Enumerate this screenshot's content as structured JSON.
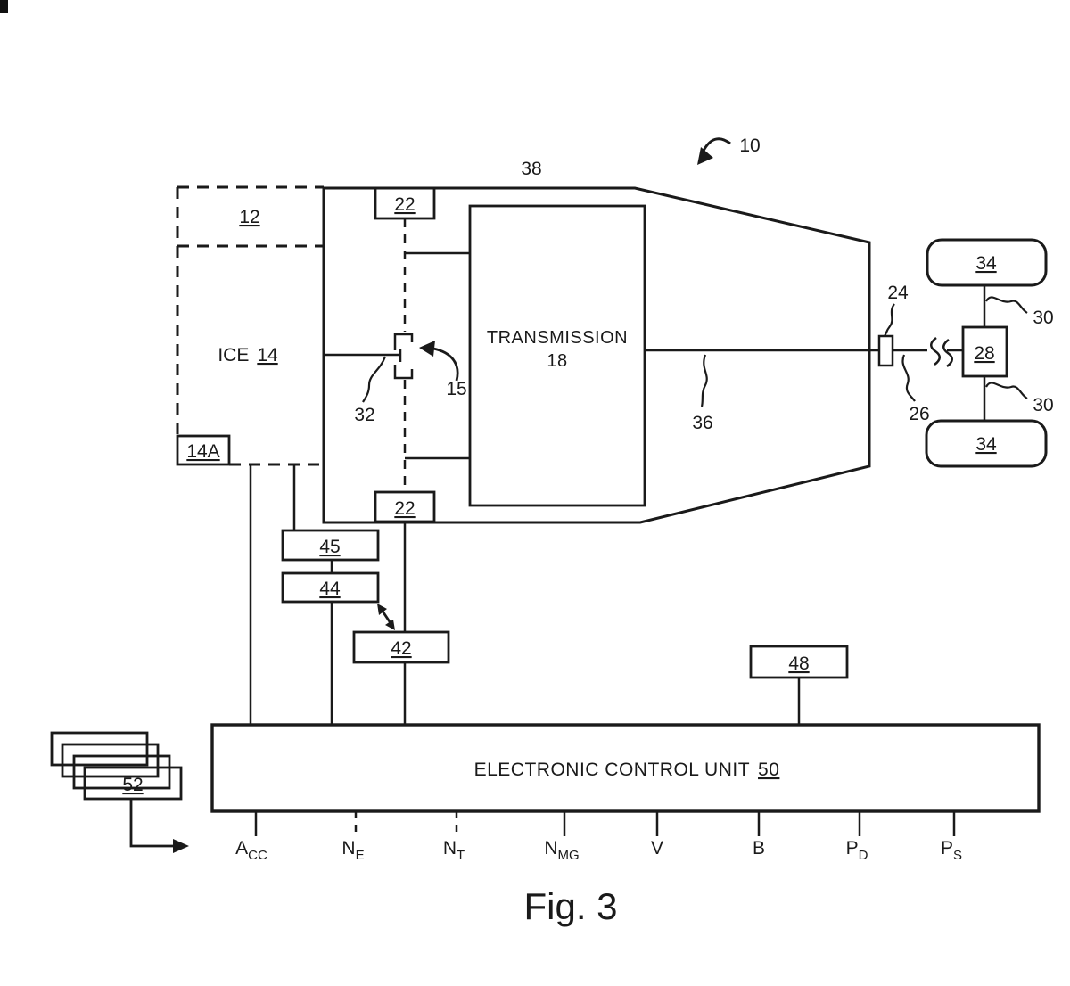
{
  "figure": {
    "caption": "Fig. 3",
    "system_ref": "10"
  },
  "housing": {
    "ref": "38"
  },
  "engine": {
    "outer_ref": "12",
    "label": "ICE",
    "ref": "14",
    "aux_ref": "14A"
  },
  "clutch": {
    "ref": "15",
    "shaft_ref": "32"
  },
  "motors": {
    "top_ref": "22",
    "bottom_ref": "22"
  },
  "transmission": {
    "label": "TRANSMISSION",
    "ref": "18",
    "output_ref": "36"
  },
  "driveline": {
    "coupling_ref": "24",
    "shaft_ref": "26",
    "diff_ref": "28",
    "axle_top_ref": "30",
    "axle_bottom_ref": "30",
    "wheel_top_ref": "34",
    "wheel_bottom_ref": "34"
  },
  "controls": {
    "box42": "42",
    "box44": "44",
    "box45": "45",
    "box48": "48",
    "sensors_ref": "52"
  },
  "ecu": {
    "label": "ELECTRONIC CONTROL UNIT",
    "ref": "50",
    "signals": [
      {
        "main": "A",
        "sub": "CC"
      },
      {
        "main": "N",
        "sub": "E"
      },
      {
        "main": "N",
        "sub": "T"
      },
      {
        "main": "N",
        "sub": "MG"
      },
      {
        "main": "V",
        "sub": ""
      },
      {
        "main": "B",
        "sub": ""
      },
      {
        "main": "P",
        "sub": "D"
      },
      {
        "main": "P",
        "sub": "S"
      }
    ]
  },
  "colors": {
    "ink": "#1a1a1a",
    "background": "#ffffff"
  }
}
